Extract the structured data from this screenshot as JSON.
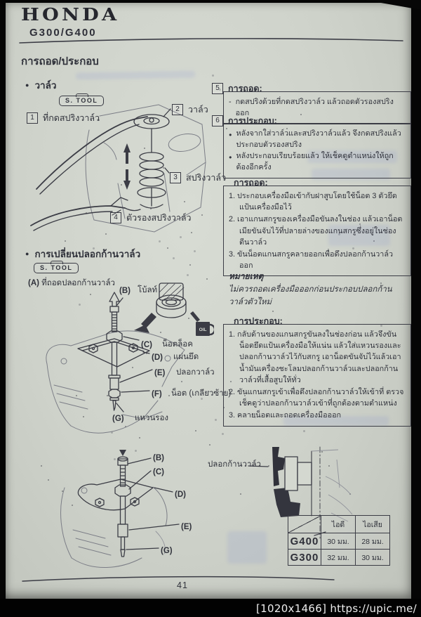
{
  "glyphs": {
    "bullet": "●",
    "dash": "-"
  },
  "brand": {
    "logo": "HONDA",
    "model": "G300/G400"
  },
  "page": {
    "title": "การถอด/ประกอบ",
    "number": "41",
    "watermark": "[1020x1466] https://upic.me/"
  },
  "valve": {
    "heading": "วาล์ว",
    "stool": "S. TOOL",
    "callout1": {
      "num": "1",
      "label": "ที่กดสปริงวาล์ว"
    },
    "callout2": {
      "num": "2",
      "label": "วาล์ว"
    },
    "callout3": {
      "num": "3",
      "label": "สปริงวาล์ว"
    },
    "callout4": {
      "num": "4",
      "label": "ตัวรองสปริงวาล์ว"
    },
    "removal": {
      "num": "5",
      "title": "การถอด:",
      "line": "กดสปริงด้วยที่กดสปริงวาล์ว  แล้วถอดตัวรองสปริงออก"
    },
    "assembly": {
      "num": "6",
      "title": "การประกอบ:",
      "bullet1": "หลังจากใส่วาล์วและสปริงวาล์วแล้ว  จึงกดสปริงแล้วประกอบตัวรองสปริง",
      "bullet2": "หลังประกอบเรียบร้อยแล้ว  ให้เช็คดูตำแหน่งให้ถูกต้องอีกครั้ง"
    },
    "guide_removal": {
      "title": "การถอด:",
      "step1": "1. ประกอบเครื่องมือเข้ากับฝาสูบโดยใช้น็อต 3 ตัวยึดแป้นเครื่องมือไว้",
      "step2": "2. เอาแกนสกรูของเครื่องมือขันลงในช่อง  แล้วเอาน็อตเมียขันจับไว้ที่ปลายล่างของแกนสกรูซึ่งอยู่ในช่องตีนวาล์ว",
      "step3": "3. ขันน็อตแกนสกรูคลายออกเพื่อดึงปลอกก้านวาล์วออก"
    }
  },
  "guide": {
    "heading": "การเปลี่ยนปลอกก้านวาล์ว",
    "stool": "S. TOOL",
    "tool_letter": "(A)",
    "tool_label": "ที่ถอดปลอกก้านวาล์ว",
    "oil_label": "OIL",
    "parts": [
      {
        "letter": "(B)",
        "label": "โบ้ลท์"
      },
      {
        "letter": "(C)",
        "label": "น็อตล็อค"
      },
      {
        "letter": "(D)",
        "label": "แผ่นยึด"
      },
      {
        "letter": "(E)",
        "label": "ปลอกวาล์ว"
      },
      {
        "letter": "(F)",
        "label": "น็อต (เกลียวซ้าย)"
      },
      {
        "letter": "(G)",
        "label": "แหวนรอง"
      }
    ],
    "callouts2": [
      "(B)",
      "(C)",
      "(D)",
      "(E)",
      "(G)"
    ],
    "note_title": "หมายเหตุ",
    "note_text": "ไม่ควรถอดเครื่องมือออกก่อนประกอบปลอกก้านวาล์วตัวใหม่",
    "assembly": {
      "title": "การประกอบ:",
      "step1": "1. กลับด้านของแกนสกรูขันลงในช่องก่อน  แล้วจึงขันน็อตยึดแป้นเครื่องมือให้แน่น  แล้วใส่แหวนรองและปลอกก้านวาล์วไว้กับสกรู  เอาน็อตขันจับไว้แล้วเอาน้ำมันเครื่องชะโลมปลอกก้านวาล์วและปลอกก้านวาล์วที่เสื้อสูบให้ทั่ว",
      "step2": "2. ขันแกนสกรูเข้าเพื่อดึงปลอกก้านวาล์วให้เข้าที่ ตรวจเช็คดูว่าปลอกก้านวาล์วเข้าที่ถูกต้องตามตำแหน่ง",
      "step3": "3. คลายน็อตและถอดเครื่องมือออก"
    },
    "section_label": "ปลอกก้านวาล์ว"
  },
  "table": {
    "headers": [
      "ไอดี",
      "ไอเสีย"
    ],
    "rows": [
      {
        "model": "G400",
        "intake": "30 มม.",
        "exhaust": "28 มม."
      },
      {
        "model": "G300",
        "intake": "32 มม.",
        "exhaust": "30 มม."
      }
    ]
  }
}
